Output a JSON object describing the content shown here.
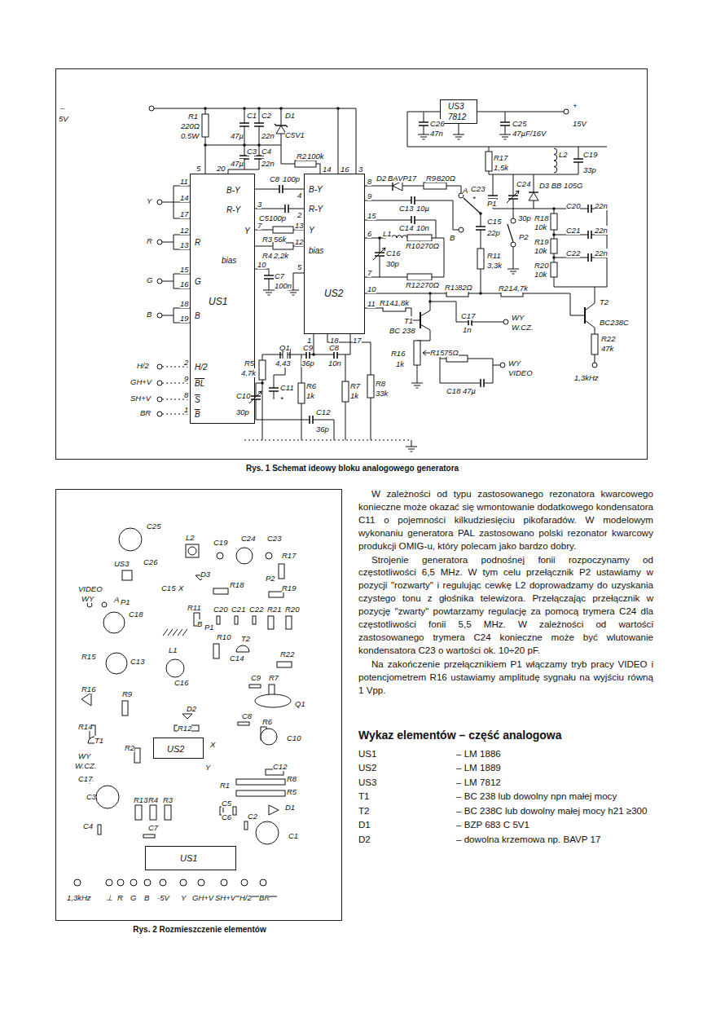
{
  "diagram": {
    "nodes": [
      {
        "text": [
          "Rys. 1 Schemat ideowy bloku analogowego generatora"
        ]
      },
      {
        "text": [
          "US1",
          "B-Y",
          "R-Y",
          "Y",
          "R",
          "G",
          "B",
          "bias",
          "H/2",
          "BL",
          "S",
          "B"
        ],
        "in": 0
      },
      {
        "text": [
          "US2",
          "B-Y",
          "R-Y",
          "Y",
          "bias"
        ],
        "in": 0
      },
      {
        "text": [
          "US3",
          "7812"
        ],
        "in": 0
      },
      {
        "text": [
          "Rys. 2 Rozmieszczenie elementów"
        ]
      },
      {
        "text": [
          "US2"
        ],
        "in": 4
      },
      {
        "text": [
          "US1"
        ],
        "in": 4
      }
    ],
    "edges": [
      {
        "from": 1,
        "to": 2,
        "arrow": "none"
      },
      {
        "from": 1,
        "to": 2,
        "arrow": "none"
      },
      {
        "from": 1,
        "to": 2,
        "arrow": "none"
      }
    ],
    "labels": [
      "–",
      "5V",
      "R1",
      "220Ω",
      "0.5W",
      "C1",
      "C2",
      "47µ",
      "22n",
      "D1",
      "C5V1",
      "C3",
      "C4",
      "47µ",
      "22n",
      "R2",
      "100k",
      "5",
      "20",
      "14",
      "16",
      "3",
      "11",
      "14",
      "17",
      "12",
      "13",
      "15",
      "16",
      "18",
      "19",
      "2",
      "9",
      "8",
      "1",
      "Y",
      "R",
      "G",
      "B",
      "H/2",
      "GH+V",
      "SH+V",
      "BR",
      "3",
      "7",
      "10",
      "C8",
      "100p",
      "C5",
      "100p",
      "R3",
      "56k",
      "R4",
      "2,2k",
      "C7",
      "100n",
      "4",
      "2",
      "13",
      "12",
      "5",
      "8",
      "9",
      "15",
      "6",
      "7",
      "10",
      "11",
      "1",
      "18",
      "17",
      "D2",
      "BAVP17",
      "R9",
      "820Ω",
      "C13",
      "10µ",
      "A",
      "P1",
      "C14",
      "10n",
      "B",
      "C15",
      "L1",
      "C16",
      "R10",
      "270Ω",
      "22p",
      "R11",
      "3,3k",
      "30p",
      "R12",
      "270Ω",
      "R13",
      "82Ω",
      "R21",
      "4,7k",
      "R14",
      "1,8k",
      "C17",
      "1n",
      "WY",
      "W.CZ.",
      "T1",
      "BC 238",
      "R16",
      "1k",
      "R15",
      "75Ω",
      "C18",
      "47µ",
      "WY",
      "VIDEO",
      "C26",
      "47n",
      "C25",
      "47µF/16V",
      "+",
      "15V",
      "R17",
      "1,5k",
      "L2",
      "C19",
      "33p",
      "C23",
      "*",
      "C24",
      "D3 BB 105G",
      "30p",
      "P2",
      "R18",
      "10k",
      "R19",
      "10k",
      "R20",
      "10k",
      "C20",
      "22n",
      "C21",
      "22n",
      "C22",
      "22n",
      "T2",
      "BC238C",
      "R22",
      "47k",
      "1,3kHz",
      "R5",
      "4,7k",
      "Q1",
      "4,43",
      "C9",
      "36p",
      "C8",
      "10n",
      "C10",
      "30p",
      "C11",
      "*",
      "R6",
      "1k",
      "R7",
      "1k",
      "R8",
      "33k",
      "C12",
      "36p",
      "C25",
      "L2",
      "C19",
      "C24",
      "C23",
      "R17",
      "US3",
      "C26",
      "D3",
      "C15",
      "X",
      "R18",
      "P2",
      "R19",
      "VIDEO",
      "WY",
      "A",
      "P1",
      "R11",
      "C20",
      "C21",
      "C22",
      "R21",
      "R20",
      "B",
      "P1",
      "C18",
      "R10",
      "T2",
      "L1",
      "C14",
      "R22",
      "R15",
      "C13",
      "C16",
      "R9",
      "C9",
      "R7",
      "R16",
      "D2",
      "Q1",
      "R14",
      "R12",
      "C8",
      "R6",
      "C10",
      "T1",
      "R2",
      "X",
      "Y",
      "WY",
      "W.CZ.",
      "C17",
      "C12",
      "R8",
      "R1",
      "R5",
      "C3",
      "D1",
      "R13",
      "R4",
      "R3",
      "C5",
      "C6",
      "C2",
      "C4",
      "C7",
      "C1",
      "1,3kHz",
      "⊥",
      "R",
      "G",
      "B",
      "-5V",
      "Y",
      "GH+V",
      "SH+V",
      "H/2",
      "BR",
      "W zależności od typu zastosowanego rezonatora kwarcowego konieczne może okazać się wmontowanie dodatkowego kondensatora C11 o pojemności kilkudziesięciu pikofaradów. W modelowym wykonaniu generatora PAL zastosowano polski rezonator kwarcowy produkcji OMIG-u, który polecam jako bardzo dobry.",
      "Strojenie generatora podnośnej fonii rozpoczynamy od częstotliwości 6,5 MHz. W tym celu przełącznik P2 ustawiamy w pozycji \"rozwarty\" i regulując cewkę L2 doprowadzamy do uzyskania czystego tonu z głośnika telewizora. Przełączając przełącznik w pozycję \"zwarty\" powtarzamy regulację za pomocą trymera C24 dla częstotliwości fonii 5,5 MHz. W zależności od wartości zastosowanego trymera C24 konieczne może być wlutowanie kondensatora C23 o wartości ok. 10÷20 pF.",
      "Na zakończenie przełącznikiem P1 włączamy tryb pracy VIDEO i potencjometrem R16 ustawiamy amplitudę sygnału na wyjściu równą 1 Vpp.",
      "Wykaz elementów – część analogowa",
      "US1",
      "– LM 1886",
      "US2",
      "– LM 1889",
      "US3",
      "– LM 7812",
      "T1",
      "– BC 238 lub dowolny npn małej mocy",
      "T2",
      "– BC 238C lub dowolny małej mocy h21 ≥300",
      "D1",
      "– BZP 683 C 5V1",
      "D2",
      "– dowolna krzemowa np. BAVP 17"
    ]
  }
}
